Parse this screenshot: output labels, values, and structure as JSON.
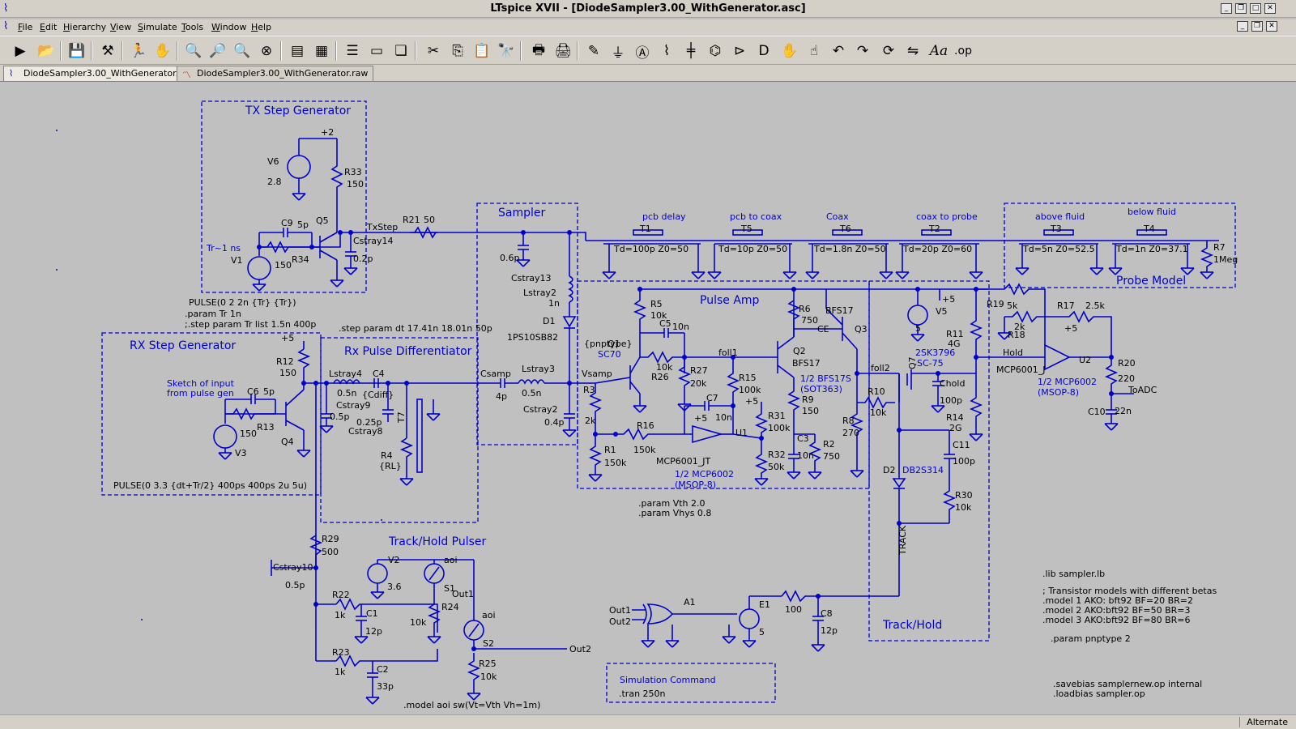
{
  "window": {
    "title": "LTspice XVII - [DiodeSampler3.00_WithGenerator.asc]"
  },
  "menu": [
    "File",
    "Edit",
    "Hierarchy",
    "View",
    "Simulate",
    "Tools",
    "Window",
    "Help"
  ],
  "toolbar_icons": [
    "run-icon",
    "open-icon",
    "save-icon",
    "control-panel-icon",
    "run-stop-icon",
    "halt-icon",
    "zoom-in-icon",
    "pan-icon",
    "zoom-out-icon",
    "zoom-fit-icon",
    "autorange-icon",
    "fft-icon",
    "tile-h-icon",
    "tile-v-icon",
    "cascade-icon",
    "cut-icon",
    "copy-icon",
    "paste-icon",
    "find-icon",
    "print-setup-icon",
    "print-icon",
    "draw-wire-icon",
    "ground-icon",
    "label-net-icon",
    "resistor-icon",
    "capacitor-icon",
    "inductor-icon",
    "diode-icon",
    "component-icon",
    "move-icon",
    "drag-icon",
    "undo-icon",
    "redo-icon",
    "rotate-icon",
    "mirror-icon",
    "text-icon",
    "spice-directive-icon"
  ],
  "tabs": [
    {
      "label": "DiodeSampler3.00_WithGenerator.asc",
      "icon": "schematic-icon"
    },
    {
      "label": "DiodeSampler3.00_WithGenerator.raw",
      "icon": "waveform-icon"
    }
  ],
  "status": "Alternate",
  "colors": {
    "wire": "#0000cc",
    "box": "#0000cc",
    "background": "#c0c0c0"
  },
  "blocks": {
    "tx": "TX Step Generator",
    "rx": "RX Step Generator",
    "rxdiff": "Rx Pulse Differentiator",
    "sampler": "Sampler",
    "pulseamp": "Pulse Amp",
    "probe": "Probe Model",
    "trackhold": "Track/Hold",
    "thpulser": "Track/Hold Pulser",
    "simcmd": "Simulation Command"
  },
  "labels": {
    "v6": "V6",
    "v6val": "2.8",
    "r33": "R33",
    "r33v": "150",
    "plus2": "+2",
    "c9": "C9",
    "c9v": "5p",
    "q5": "Q5",
    "txstep": "TxStep",
    "r21": "R21",
    "r21v": "50",
    "tr": "Tr~1 ns",
    "v1": "V1",
    "r34v": "150",
    "r34": "R34",
    "cstray14": "Cstray14",
    "p02": "0.2p",
    "pulse1": "PULSE(0 2 2n {Tr} {Tr})",
    "paramtr": ".param Tr 1n",
    "steptr": ";.step param Tr list 1.5n 400p",
    "steptd": ".step param dt 17.41n 18.01n 50p",
    "p06": "0.6p",
    "cstray13": "Cstray13",
    "lstray2": "Lstray2",
    "l1n": "1n",
    "d1": "D1",
    "d1m": "1PS10SB82",
    "csamp": "Csamp",
    "p4": "4p",
    "lstray3": "Lstray3",
    "n05b": "0.5n",
    "vsamp": "Vsamp",
    "cstray2": "Cstray2",
    "p04": "0.4p",
    "plus5a": "+5",
    "r12": "R12",
    "r12v": "150",
    "sketch1": "Sketch of input",
    "sketch2": "from pulse gen",
    "c6": "C6",
    "c6v": "5p",
    "r13v": "150",
    "r13": "R13",
    "v3": "V3",
    "q4": "Q4",
    "pulse2": "PULSE(0 3.3 {dt+Tr/2} 400ps 400ps 2u 5u)",
    "lstray4": "Lstray4",
    "c4": "C4",
    "n05": "0.5n",
    "cdiff": "{Cdiff}",
    "cstray9": "Cstray9",
    "p05": "0.5p",
    "p025": "0.25p",
    "cstray8": "Cstray8",
    "r4": "R4",
    "rl": "{RL}",
    "t7": "T7",
    "t1n": "T1",
    "t1t": "pcb delay",
    "t1v": "Td=100p Z0=50",
    "t5n": "T5",
    "t5t": "pcb to coax",
    "t5v": "Td=10p Z0=50",
    "t6n": "T6",
    "t6t": "Coax",
    "t6v": "Td=1.8n Z0=50",
    "t2n": "T2",
    "t2t": "coax to probe",
    "t2v": "Td=20p Z0=60",
    "t3n": "T3",
    "t3t": "above fluid",
    "t3v": "Td=5n Z0=52.5",
    "t4n": "T4",
    "t4t": "below fluid",
    "t4v": "Td=1n Z0=37.1",
    "r7": "R7",
    "r7v": "1Meg",
    "pnp": "{pnptype}",
    "sc70": "SC70",
    "q1": "Q1",
    "r5": "R5",
    "r5v": "10k",
    "c5": "C5",
    "c5v": "10n",
    "r26v": "10k",
    "r26": "R26",
    "r27": "R27",
    "r27v": "20k",
    "foll1": "foll1",
    "r15": "R15",
    "r15v": "100k",
    "r3": "R3",
    "r3v": "2k",
    "r1": "R1",
    "r1v": "150k",
    "r16": "R16",
    "r16v": "150k",
    "c7": "C7",
    "c7v": "10n",
    "plus5b": "+5",
    "u1": "U1",
    "mcp1": "MCP6001_JT",
    "mcp2a": "1/2 MCP6002",
    "mcp2b": "(MSOP-8)",
    "r6": "R6",
    "r6v": "750",
    "bfs17": "BFS17",
    "ce": "CE",
    "q3": "Q3",
    "q2": "Q2",
    "bfs17b": "BFS17",
    "bfs17s": "1/2 BFS17S",
    "sot": "(SOT363)",
    "r9": "R9",
    "r9v": "150",
    "plus5c": "+5",
    "r31": "R31",
    "r31v": "100k",
    "r32": "R32",
    "r32v": "50k",
    "c3": "C3",
    "c3v": "10n",
    "r2": "R2",
    "r2v": "750",
    "r8": "R8",
    "r8v": "270",
    "foll2": "foll2",
    "r10": "R10",
    "r10v": "10k",
    "vth": ".param Vth 2.0",
    "vhys": ".param Vhys 0.8",
    "v5": "V5",
    "v5v": "5",
    "plus5d": "+5",
    "r19": "R19",
    "r19v": "5k",
    "r18v": "2k",
    "r18": "R18",
    "r11": "R11",
    "r11v": "4G",
    "q7": "Q7",
    "q7m": "2SK3796",
    "sc75": "SC-75",
    "hold": "Hold",
    "mcp6001j": "MCP6001_J",
    "chold": "Chold",
    "cholv": "100p",
    "r14": "R14",
    "r14v": "2G",
    "r17": "R17",
    "r17v": "2.5k",
    "plus5e": "+5",
    "u2": "U2",
    "mcp3a": "1/2 MCP6002",
    "mcp3b": "(MSOP-8)",
    "r20": "R20",
    "r20v": "220",
    "toadc": "ToADC",
    "c10": "C10",
    "c10v": "22n",
    "d2": "D2",
    "db2": "DB2S314",
    "c11": "C11",
    "c11v": "100p",
    "r30": "R30",
    "r30v": "10k",
    "track": "TRACK",
    "r29": "R29",
    "r29v": "500",
    "cstray10": "Cstray10",
    "p05b": "0.5p",
    "v2": "V2",
    "v2v": "3.6",
    "aoi": "aoi",
    "s1": "S1",
    "out1": "Out1",
    "r22": "R22",
    "r22v": "1k",
    "c1": "C1",
    "c1v": "12p",
    "r24": "R24",
    "r24v": "10k",
    "aoi2": "aoi",
    "s2": "S2",
    "out2": "Out2",
    "r23": "R23",
    "r23v": "1k",
    "c2": "C2",
    "c2v": "33p",
    "r25": "R25",
    "r25v": "10k",
    "model": ".model aoi sw(Vt=Vth Vh=1m)",
    "out1b": "Out1",
    "out2b": "Out2",
    "a1": "A1",
    "e1": "E1",
    "e1v": "5",
    "r100": "100",
    "c8": "C8",
    "c8v": "12p",
    "tran": ".tran 250n",
    "lib": ".lib sampler.lb",
    "cm1": "; Transistor models with different betas",
    "m1": ".model 1 AKO: bft92 BF=20 BR=2",
    "m2": ".model 2 AKO:bft92 BF=50 BR=3",
    "m3": ".model 3 AKO:bft92 BF=80 BR=6",
    "pnpp": ".param pnptype 2",
    "save": ".savebias samplernew.op internal",
    "load": ".loadbias sampler.op"
  }
}
